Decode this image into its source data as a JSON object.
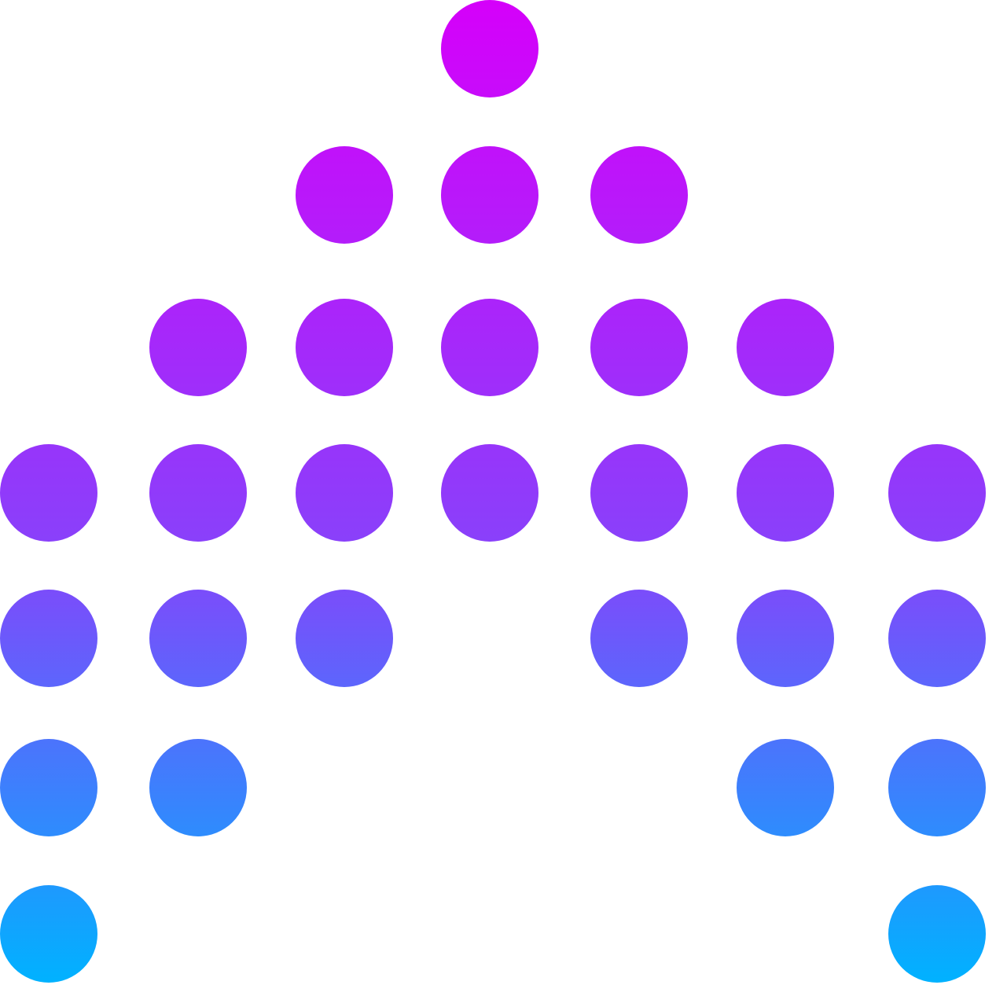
{
  "logo": {
    "name": "dot-matrix-arrow-logo",
    "gradient": {
      "top_color": "#D500FA",
      "middle_color": "#8A40FA",
      "bottom_color": "#00B2FF"
    },
    "dot_grid": {
      "rows": 7,
      "columns": 7,
      "pattern": [
        [
          0,
          0,
          0,
          1,
          0,
          0,
          0
        ],
        [
          0,
          0,
          1,
          1,
          1,
          0,
          0
        ],
        [
          0,
          1,
          1,
          1,
          1,
          1,
          0
        ],
        [
          1,
          1,
          1,
          1,
          1,
          1,
          1
        ],
        [
          1,
          1,
          1,
          0,
          1,
          1,
          1
        ],
        [
          1,
          1,
          0,
          0,
          0,
          1,
          1
        ],
        [
          1,
          0,
          0,
          0,
          0,
          0,
          1
        ]
      ]
    }
  }
}
